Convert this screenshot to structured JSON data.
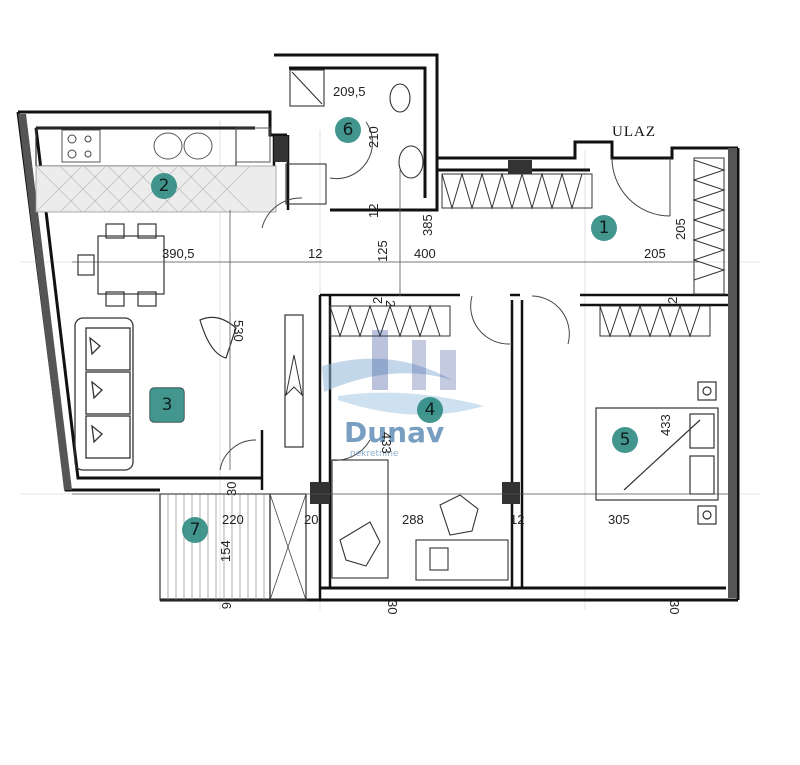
{
  "entrance_label": "ULAZ",
  "rooms": [
    {
      "number": "1",
      "color": "#2e8b82"
    },
    {
      "number": "2",
      "color": "#2e8b82"
    },
    {
      "number": "3",
      "color": "#2e8b82"
    },
    {
      "number": "4",
      "color": "#2e8b82"
    },
    {
      "number": "5",
      "color": "#2e8b82"
    },
    {
      "number": "6",
      "color": "#2e8b82"
    },
    {
      "number": "7",
      "color": "#2e8b82"
    }
  ],
  "dimensions": {
    "bath_width": "209,5",
    "bath_height": "210",
    "bath_wall": "12",
    "hall_depth": "385",
    "hall_length": "400",
    "hall_end": "205",
    "hall_side": "205",
    "living_width": "390,5",
    "living_wall": "12",
    "corridor": "125",
    "living_depth": "530",
    "wall_2a": "2",
    "wall_2b": "2",
    "wall_2c": "2",
    "room4_h": "433",
    "room5_h": "433",
    "wall_30": "30",
    "balcony_w": "220",
    "balcony_h": "154",
    "wall_20": "20",
    "room4_w": "288",
    "wall_12b": "12",
    "room5_w": "305",
    "bottom_30a": "30",
    "bottom_30b": "30",
    "bottom_6": "6"
  },
  "watermark": {
    "brand": "Dunav",
    "sub": "nekretnine",
    "color": "#4b7fae"
  },
  "wall_color": "#111111",
  "accent_wall_color": "#555555"
}
